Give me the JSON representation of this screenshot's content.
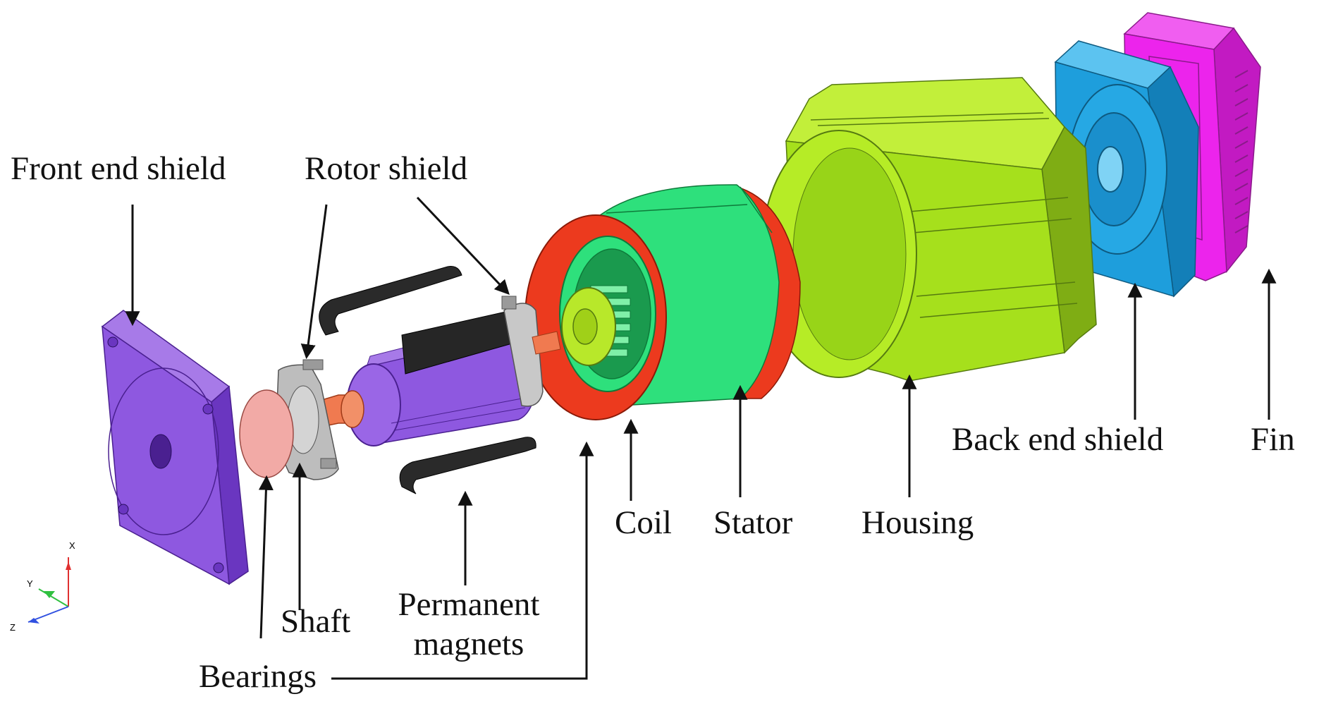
{
  "colors": {
    "front_end_shield": "#8e58e0",
    "bearing": "#f2aaa6",
    "shaft": "#f07a50",
    "rotor_shield": "#b4b4b4",
    "rotor": "#8e58e0",
    "magnet": "#262626",
    "coil": "#ec3a1e",
    "stator": "#2ee07c",
    "housing": "#a6e01c",
    "back_end_shield": "#1e9edc",
    "fin": "#ec24ec",
    "arrow": "#111111"
  },
  "labels": {
    "front_end_shield": "Front end shield",
    "rotor_shield": "Rotor shield",
    "bearings": "Bearings",
    "shaft": "Shaft",
    "permanent_magnets_1": "Permanent",
    "permanent_magnets_2": "magnets",
    "coil": "Coil",
    "stator": "Stator",
    "housing": "Housing",
    "back_end_shield": "Back end shield",
    "fin": "Fin"
  },
  "axes": {
    "x": "X",
    "y": "Y",
    "z": "Z"
  }
}
